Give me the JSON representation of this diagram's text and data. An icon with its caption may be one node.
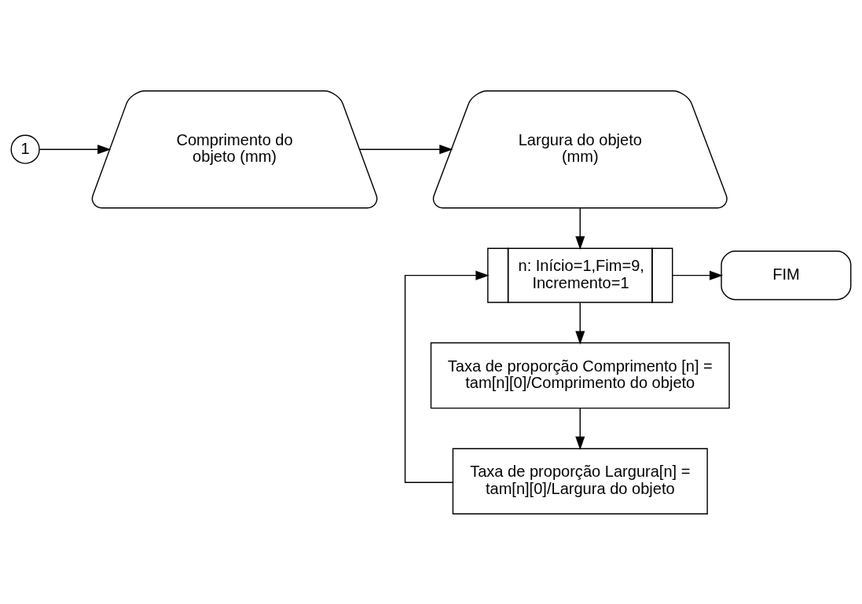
{
  "diagram": {
    "nodes": [
      {
        "text": [
          "1"
        ]
      },
      {
        "text": [
          "Comprimento do objeto (mm)"
        ]
      },
      {
        "text": [
          "Largura do objeto (mm)"
        ]
      },
      {
        "text": [
          "n: Início=1,Fim=9, Incremento=1"
        ]
      },
      {
        "text": [
          "FIM"
        ]
      },
      {
        "text": [
          "Taxa de proporção Comprimento [n] = tam[n][0]/Comprimento do objeto"
        ]
      },
      {
        "text": [
          "Taxa de proporção Largura[n] = tam[n][0]/Largura do objeto"
        ]
      }
    ],
    "edges": [
      {
        "from": 0,
        "to": 1,
        "arrow": "to"
      },
      {
        "from": 1,
        "to": 2,
        "arrow": "to"
      },
      {
        "from": 2,
        "to": 3,
        "arrow": "to"
      },
      {
        "from": 3,
        "to": 4,
        "arrow": "to"
      },
      {
        "from": 3,
        "to": 5,
        "arrow": "to"
      },
      {
        "from": 5,
        "to": 6,
        "arrow": "to"
      },
      {
        "from": 6,
        "to": 3,
        "arrow": "to"
      }
    ]
  }
}
